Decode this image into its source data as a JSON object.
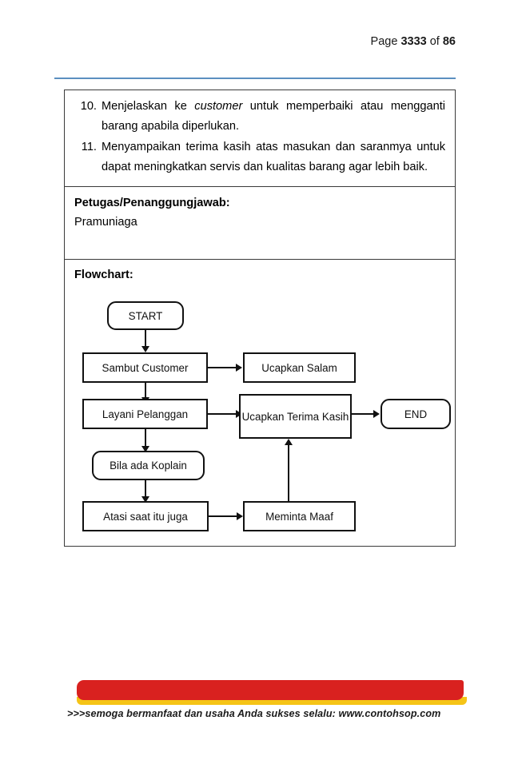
{
  "header": {
    "prefix": "Page ",
    "current_page": "3333",
    "middle": " of ",
    "total_pages": "86"
  },
  "document": {
    "steps": [
      {
        "number": "10.",
        "text_before": "Menjelaskan ke ",
        "italic": "customer",
        "text_after": " untuk memperbaiki atau mengganti barang apabila diperlukan."
      },
      {
        "number": "11.",
        "text_before": "Menyampaikan terima kasih atas masukan dan saranmya untuk dapat meningkatkan servis dan kualitas barang agar lebih baik.",
        "italic": "",
        "text_after": ""
      }
    ],
    "responsible_label": "Petugas/Penanggungjawab:",
    "responsible_value": "Pramuniaga",
    "flowchart_label": "Flowchart:"
  },
  "flowchart": {
    "nodes": {
      "start": "START",
      "sambut_customer": "Sambut Customer",
      "ucapkan_salam": "Ucapkan Salam",
      "layani_pelanggan": "Layani Pelanggan",
      "ucapkan_terima_kasih": "Ucapkan Terima Kasih",
      "end": "END",
      "bila_ada_koplain": "Bila ada Koplain",
      "atasi_saat_itu_juga": "Atasi saat itu juga",
      "meminta_maaf": "Meminta Maaf"
    }
  },
  "footer": {
    "text": ">>>semoga bermanfaat dan usaha Anda sukses selalu:  www.contohsop.com",
    "band_red_color": "#d9211f",
    "band_yellow_color": "#f5c417"
  },
  "colors": {
    "header_rule": "#5b8fc0",
    "table_border": "#3a3a3a",
    "node_border": "#111111"
  }
}
